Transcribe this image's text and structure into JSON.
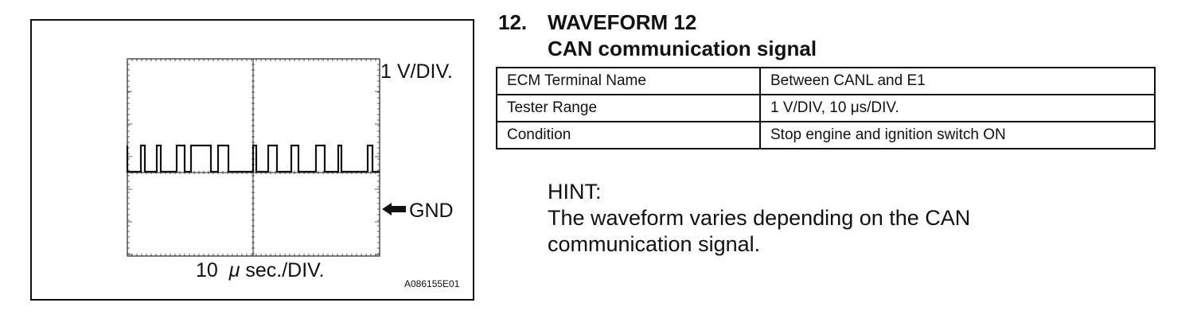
{
  "scope": {
    "volts_per_div": "1 V/DIV.",
    "gnd_label": "GND",
    "time_prefix": "10",
    "time_mu": "μ",
    "time_suffix": "sec./DIV.",
    "figure_id": "A086155E01"
  },
  "heading": {
    "number": "12.",
    "title": "WAVEFORM 12",
    "subtitle": "CAN communication signal"
  },
  "spec_table": [
    {
      "key": "ECM Terminal Name",
      "value": "Between CANL and E1"
    },
    {
      "key": "Tester Range",
      "value": "1 V/DIV, 10 μs/DIV."
    },
    {
      "key": "Condition",
      "value": "Stop engine and ignition switch ON"
    }
  ],
  "hint": {
    "title": "HINT:",
    "line1": "The waveform varies depending on the CAN",
    "line2": "communication signal."
  }
}
